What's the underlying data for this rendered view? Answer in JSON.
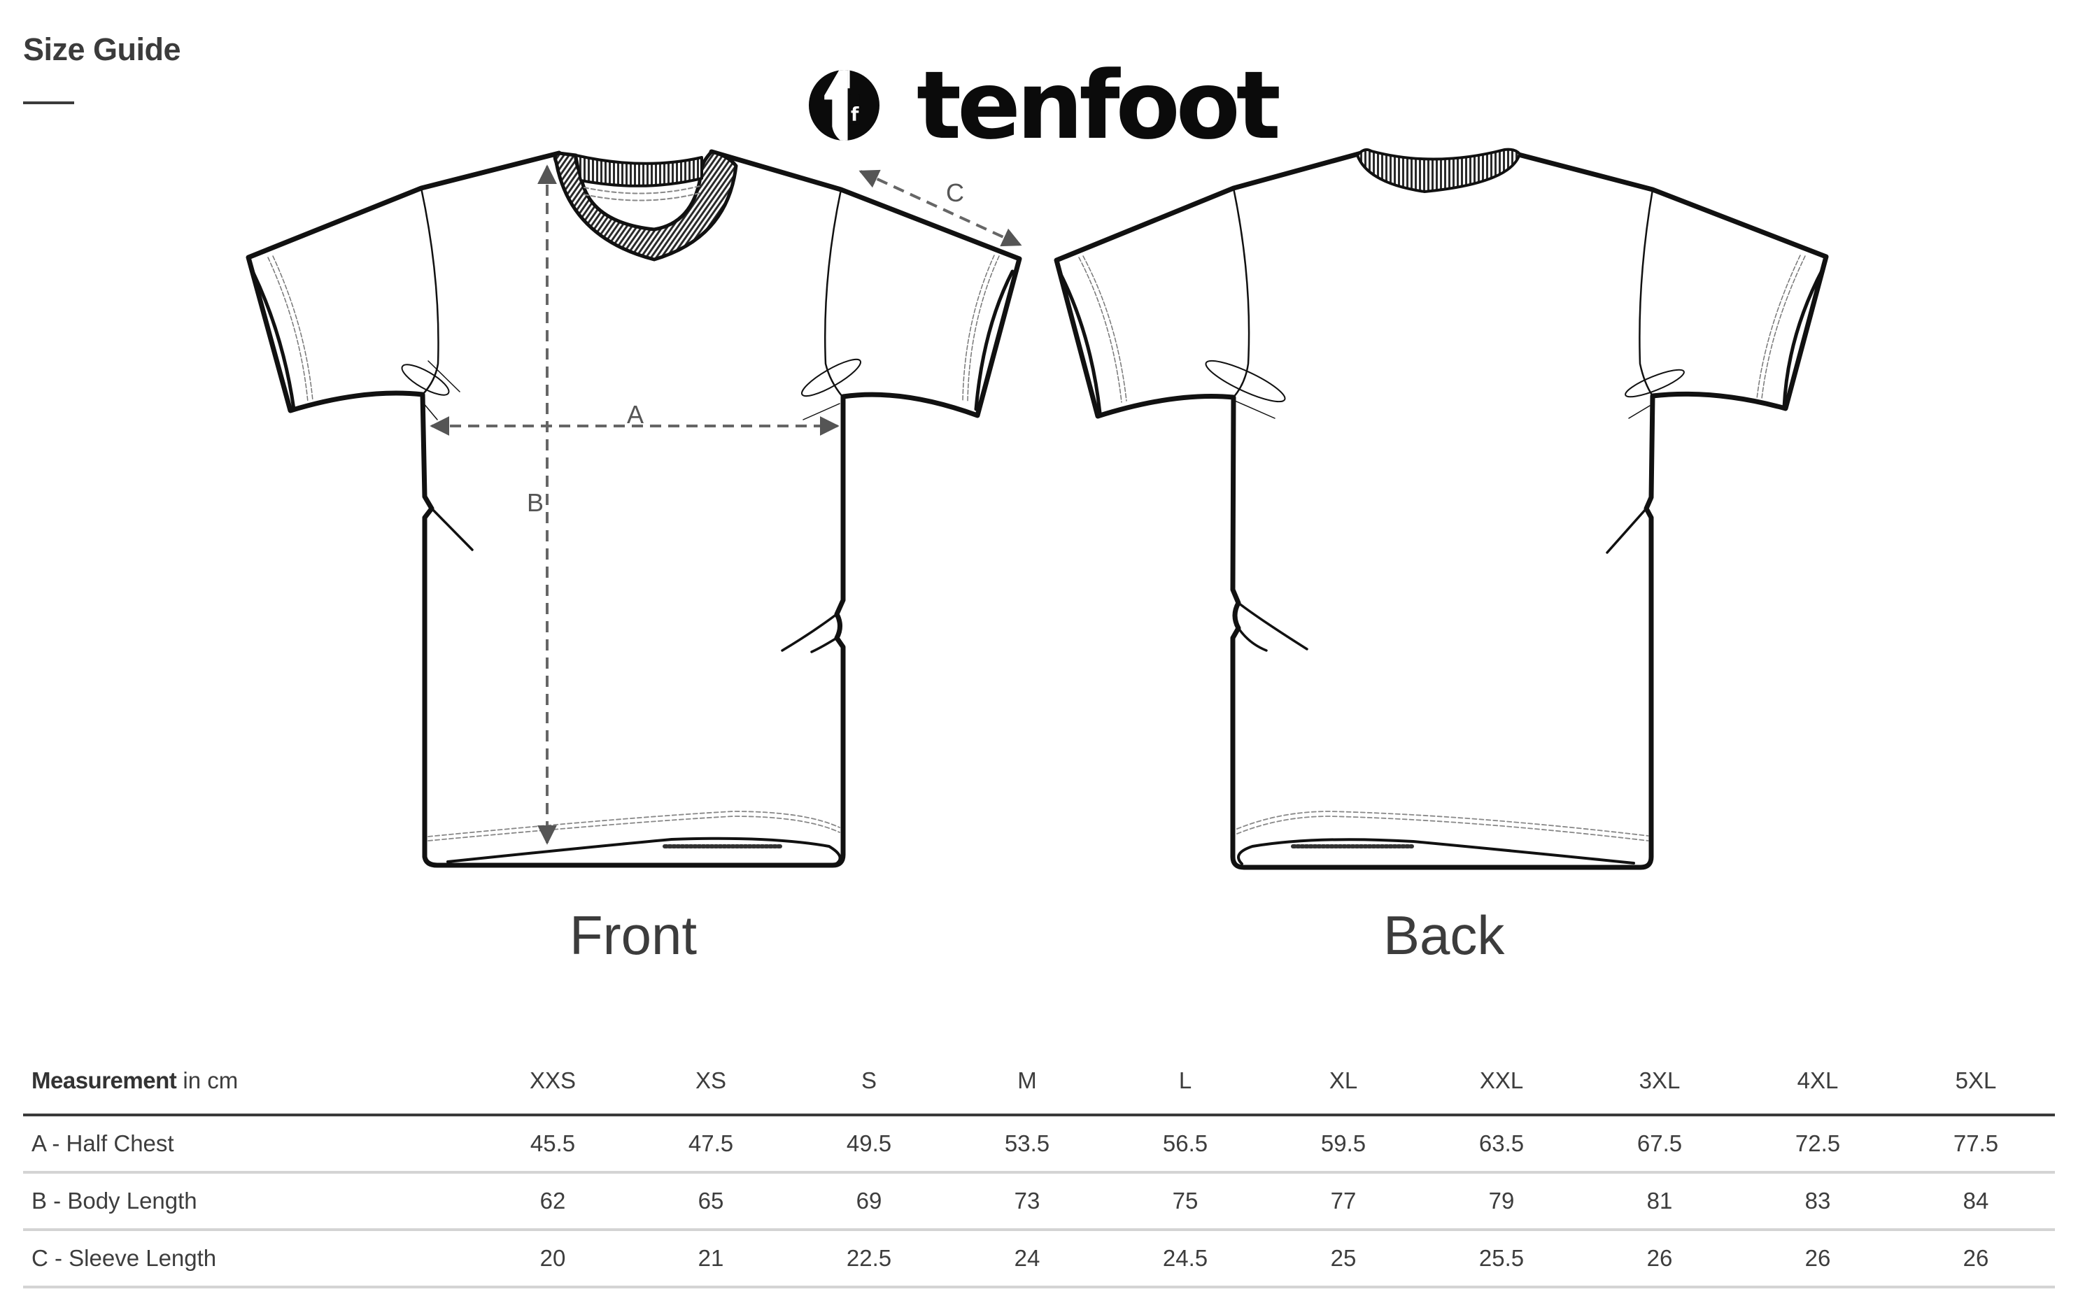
{
  "header": {
    "title": "Size Guide"
  },
  "brand": {
    "logo_icon": "tenfoot-tf-circle-icon",
    "wordmark": "tenfoot"
  },
  "diagram": {
    "views": [
      {
        "label": "Front"
      },
      {
        "label": "Back"
      }
    ],
    "dimension_labels": {
      "A": "A",
      "B": "B",
      "C": "C"
    }
  },
  "table": {
    "header_bold": "Measurement",
    "header_unit": " in cm",
    "sizes": [
      "XXS",
      "XS",
      "S",
      "M",
      "L",
      "XL",
      "XXL",
      "3XL",
      "4XL",
      "5XL"
    ],
    "rows": [
      {
        "label": "A - Half Chest",
        "values": [
          "45.5",
          "47.5",
          "49.5",
          "53.5",
          "56.5",
          "59.5",
          "63.5",
          "67.5",
          "72.5",
          "77.5"
        ]
      },
      {
        "label": "B - Body Length",
        "values": [
          "62",
          "65",
          "69",
          "73",
          "75",
          "77",
          "79",
          "81",
          "83",
          "84"
        ]
      },
      {
        "label": "C - Sleeve Length",
        "values": [
          "20",
          "21",
          "22.5",
          "24",
          "24.5",
          "25",
          "25.5",
          "26",
          "26",
          "26"
        ]
      }
    ]
  },
  "colors": {
    "text": "#3a3a3a",
    "rule_heavy": "#3a3a3a",
    "rule_light": "#d4d4d4",
    "logo": "#0b0b0b"
  }
}
